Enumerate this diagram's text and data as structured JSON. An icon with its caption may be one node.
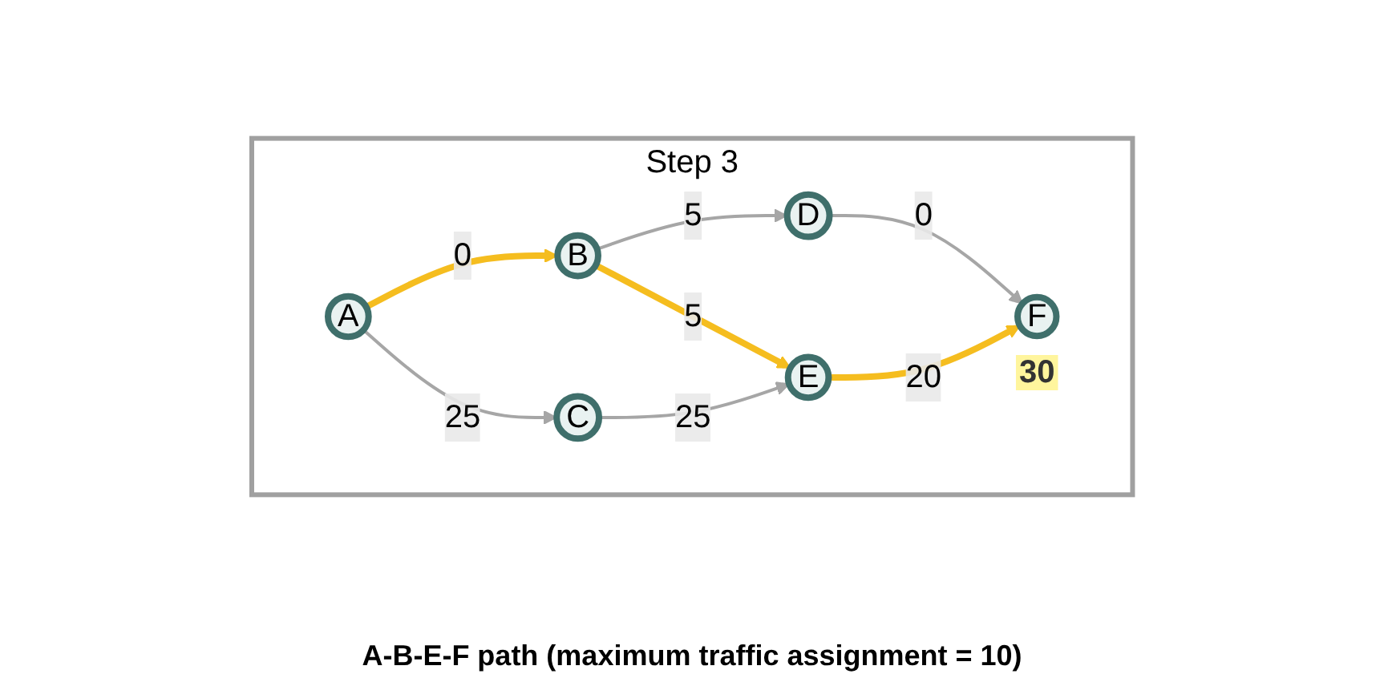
{
  "diagram": {
    "nodes": [
      {
        "text": [
          "Step 3"
        ]
      },
      {
        "text": [
          "A"
        ],
        "in": 0
      },
      {
        "text": [
          "B"
        ],
        "in": 0
      },
      {
        "text": [
          "C"
        ],
        "in": 0
      },
      {
        "text": [
          "D"
        ],
        "in": 0
      },
      {
        "text": [
          "E"
        ],
        "in": 0
      },
      {
        "text": [
          "F"
        ],
        "in": 0,
        "beside": [
          "30"
        ]
      }
    ],
    "edges": [
      {
        "from": 1,
        "to": 2,
        "arrow": "to",
        "label": "0",
        "style": "thick",
        "color": "#f5bd1f"
      },
      {
        "from": 1,
        "to": 3,
        "arrow": "to",
        "label": "25"
      },
      {
        "from": 2,
        "to": 4,
        "arrow": "to",
        "label": "5"
      },
      {
        "from": 2,
        "to": 5,
        "arrow": "to",
        "label": "5",
        "style": "thick",
        "color": "#f5bd1f"
      },
      {
        "from": 3,
        "to": 5,
        "arrow": "to",
        "label": "25"
      },
      {
        "from": 4,
        "to": 6,
        "arrow": "to",
        "label": "0"
      },
      {
        "from": 5,
        "to": 6,
        "arrow": "to",
        "label": "20",
        "style": "thick",
        "color": "#f5bd1f"
      }
    ],
    "labels": [
      "A-B-E-F path (maximum traffic assignment = 10)"
    ]
  }
}
